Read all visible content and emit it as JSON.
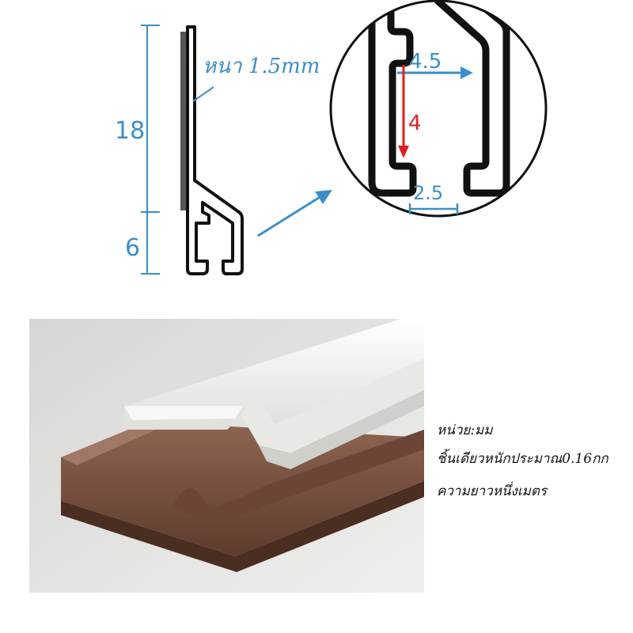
{
  "profile_drawing": {
    "height_top": "18",
    "height_bottom": "6",
    "thickness_note": "หนา 1.5mm"
  },
  "zoom_detail": {
    "width_label": "4.5",
    "depth_label": "4",
    "opening_label": "2.5"
  },
  "colors": {
    "dimension_blue": "#3b8fc9",
    "depth_red": "#e02020",
    "profile_outline": "#111111",
    "photo_white": "#f2f2ef",
    "photo_brown": "#7a5240"
  },
  "product_info": {
    "unit": "หน่วย:มม",
    "weight": "ชิ้นเดียวหนักประมาณ0.16กก",
    "length": "ความยาวหนึ่งเมตร"
  }
}
